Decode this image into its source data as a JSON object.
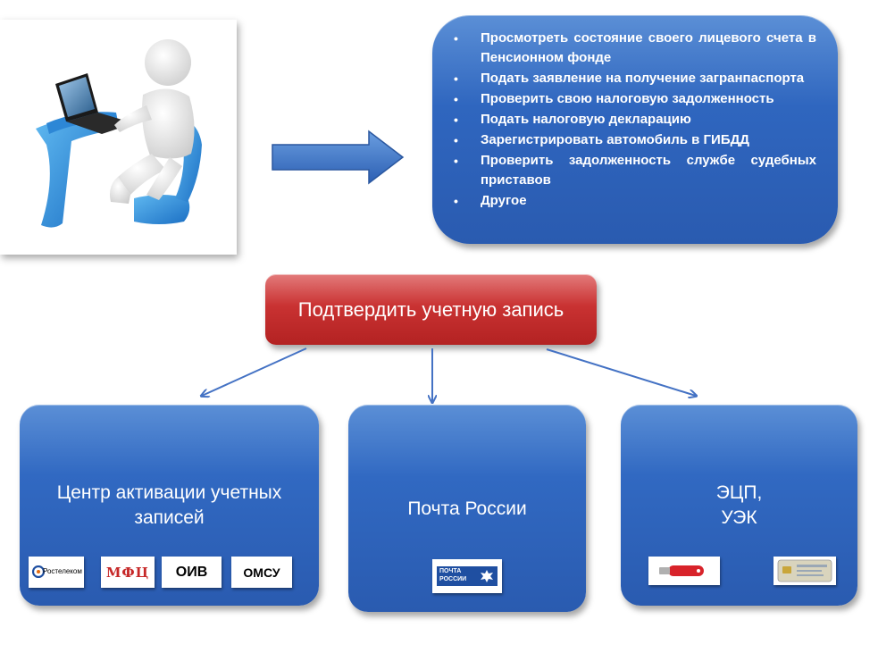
{
  "services": {
    "items": [
      "Просмотреть состояние своего лицевого счета в Пенсионном фонде",
      "Подать заявление на получение загранпаспорта",
      "Проверить свою налоговую задолженность",
      "Подать налоговую декларацию",
      "Зарегистрировать автомобиль в ГИБДД",
      "Проверить задолженность службе судебных приставов",
      "Другое"
    ],
    "bullet": "•"
  },
  "confirm": {
    "label": "Подтвердить учетную запись"
  },
  "options": [
    {
      "title_line1": "Центр активации учетных",
      "title_line2": "записей",
      "logos": {
        "rostelecom": "Ростелеком",
        "mfc": "МФЦ",
        "oiv": "ОИВ",
        "omsu": "ОМСУ"
      }
    },
    {
      "title_line1": "Почта России",
      "logos": {
        "pochta_line1": "ПОЧТА",
        "pochta_line2": "РОССИИ"
      }
    },
    {
      "title_line1": "ЭЦП,",
      "title_line2": "УЭК"
    }
  ],
  "colors": {
    "blue_box": "#2f66bf",
    "red_button": "#c93232",
    "arrow": "#4472c4"
  }
}
